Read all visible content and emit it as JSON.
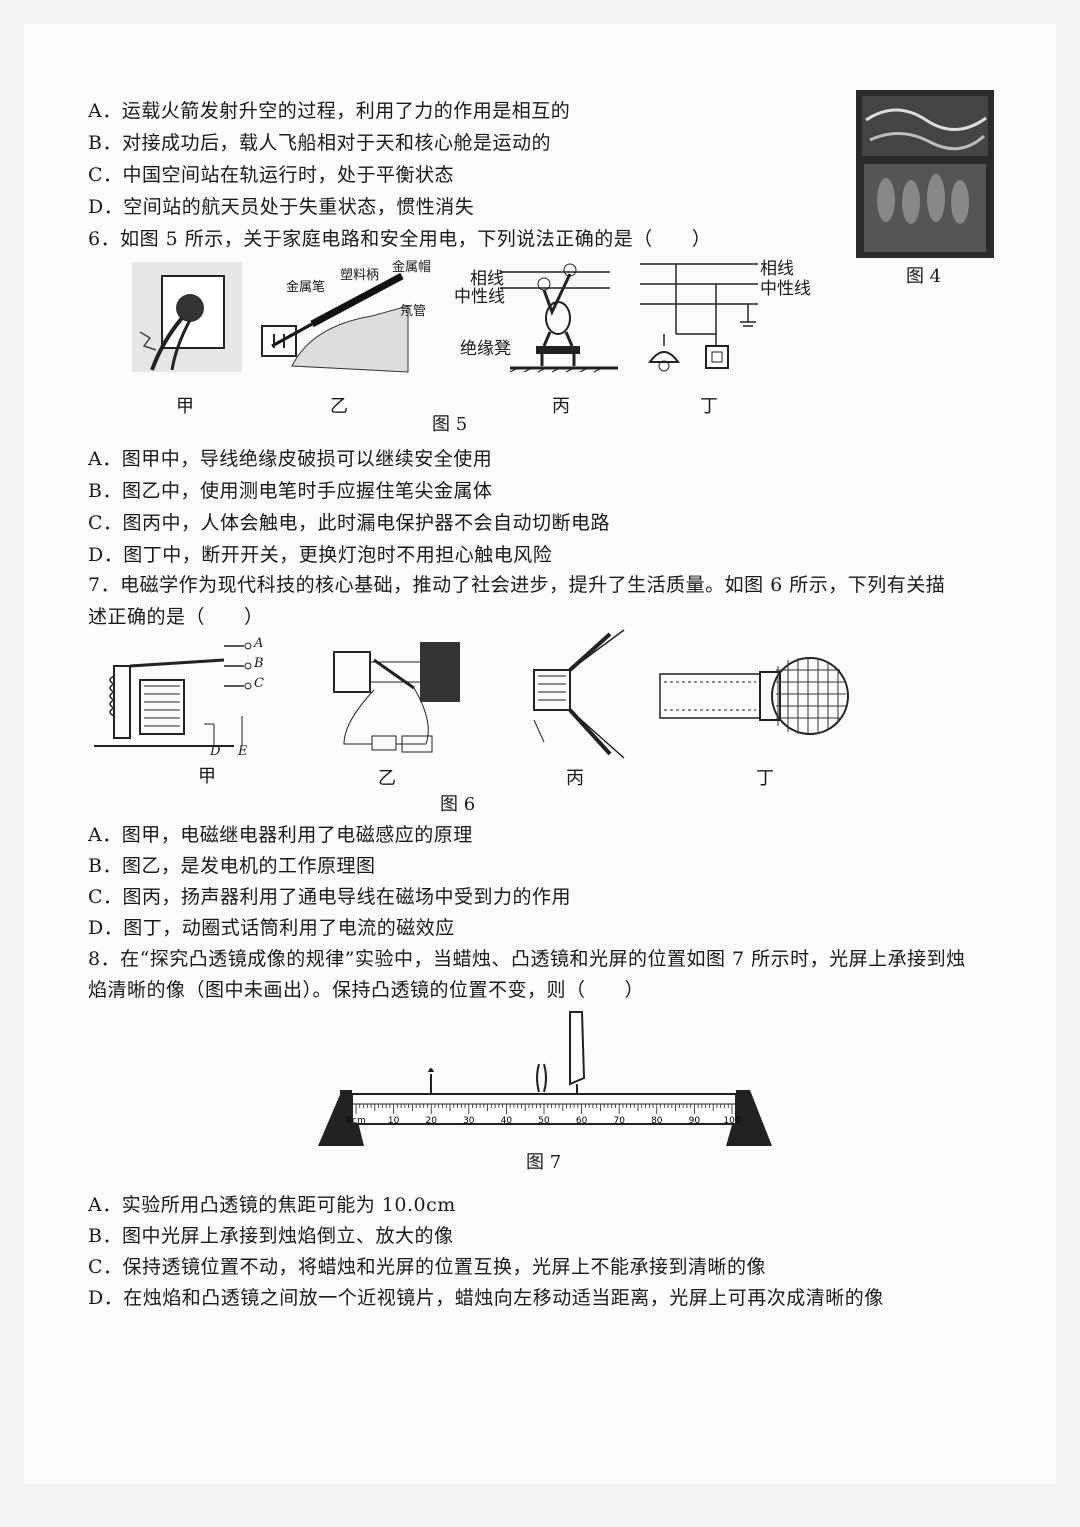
{
  "q5_options": {
    "A": "A．运载火箭发射升空的过程，利用了力的作用是相互的",
    "B": "B．对接成功后，载人飞船相对于天和核心舱是运动的",
    "C": "C．中国空间站在轨运行时，处于平衡状态",
    "D": "D．空间站的航天员处于失重状态，惯性消失"
  },
  "fig4": {
    "caption": "图 4"
  },
  "q6": {
    "stem": "6．如图 5 所示，关于家庭电路和安全用电，下列说法正确的是（　　）",
    "labels": {
      "jin_shu_mao": "金属帽",
      "su_liao_bing": "塑料柄",
      "jin_shu_bi": "金属笔",
      "nai_guan": "氖管",
      "xiang_xian": "相线",
      "zhong_xing_xian": "中性线",
      "jue_yuan_deng": "绝缘凳",
      "xiang_xian_2": "相线",
      "zhong_xing_xian_2": "中性线"
    },
    "sub_captions": [
      "甲",
      "乙",
      "丙",
      "丁"
    ],
    "caption": "图 5",
    "options": {
      "A": "A．图甲中，导线绝缘皮破损可以继续安全使用",
      "B": "B．图乙中，使用测电笔时手应握住笔尖金属体",
      "C": "C．图丙中，人体会触电，此时漏电保护器不会自动切断电路",
      "D": "D．图丁中，断开开关，更换灯泡时不用担心触电风险"
    }
  },
  "q7": {
    "stem_line1": "7．电磁学作为现代科技的核心基础，推动了社会进步，提升了生活质量。如图 6 所示，下列有关描",
    "stem_line2": "述正确的是（　　）",
    "labels": {
      "A": "A",
      "B": "B",
      "C": "C",
      "D": "D",
      "E": "E"
    },
    "sub_captions": [
      "甲",
      "乙",
      "丙",
      "丁"
    ],
    "caption": "图 6",
    "options": {
      "A": "A．图甲，电磁继电器利用了电磁感应的原理",
      "B": "B．图乙，是发电机的工作原理图",
      "C": "C．图丙，扬声器利用了通电导线在磁场中受到力的作用",
      "D": "D．图丁，动圈式话筒利用了电流的磁效应"
    }
  },
  "q8": {
    "stem_line1": "8．在“探究凸透镜成像的规律”实验中，当蜡烛、凸透镜和光屏的位置如图 7 所示时，光屏上承接到烛",
    "stem_line2": "焰清晰的像（图中未画出）。保持凸透镜的位置不变，则（　　）",
    "ruler_ticks": [
      "0cm",
      "10",
      "20",
      "30",
      "40",
      "50",
      "60",
      "70",
      "80",
      "90",
      "100"
    ],
    "caption": "图 7",
    "options": {
      "A": "A．实验所用凸透镜的焦距可能为 10.0cm",
      "B": "B．图中光屏上承接到烛焰倒立、放大的像",
      "C": "C．保持透镜位置不动，将蜡烛和光屏的位置互换，光屏上不能承接到清晰的像",
      "D": "D．在烛焰和凸透镜之间放一个近视镜片，蜡烛向左移动适当距离，光屏上可再次成清晰的像"
    }
  }
}
